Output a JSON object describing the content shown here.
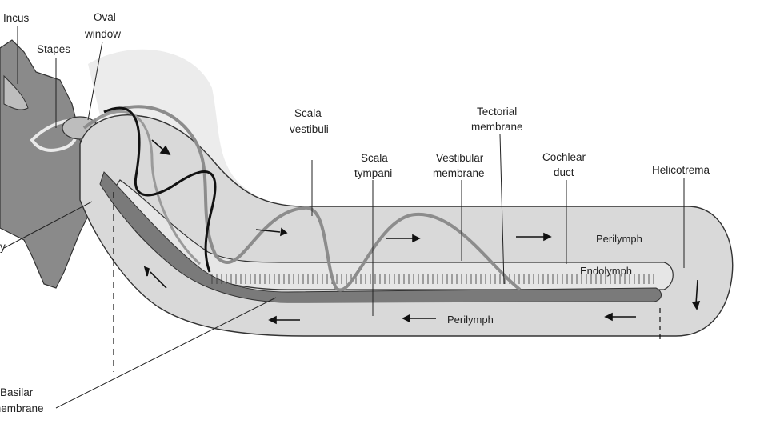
{
  "labels": {
    "incus": "Incus",
    "stapes": "Stapes",
    "oval_window_1": "Oval",
    "oval_window_2": "window",
    "scala_vestibuli_1": "Scala",
    "scala_vestibuli_2": "vestibuli",
    "scala_tympani_1": "Scala",
    "scala_tympani_2": "tympani",
    "vestibular_membrane_1": "Vestibular",
    "vestibular_membrane_2": "membrane",
    "tectorial_membrane_1": "Tectorial",
    "tectorial_membrane_2": "membrane",
    "cochlear_duct_1": "Cochlear",
    "cochlear_duct_2": "duct",
    "helicotrema": "Helicotrema",
    "perilymph_upper": "Perilymph",
    "endolymph": "Endolymph",
    "perilymph_lower": "Perilymph",
    "basilar_membrane_1": "Basilar",
    "basilar_membrane_2": "membrane",
    "round_window_fragment": "y"
  },
  "colors": {
    "bone": "#8a8a8a",
    "cochlea_fill": "#d9d9d9",
    "outline": "#333333",
    "wave_gray": "#8c8c8c",
    "wave_black": "#111111"
  }
}
